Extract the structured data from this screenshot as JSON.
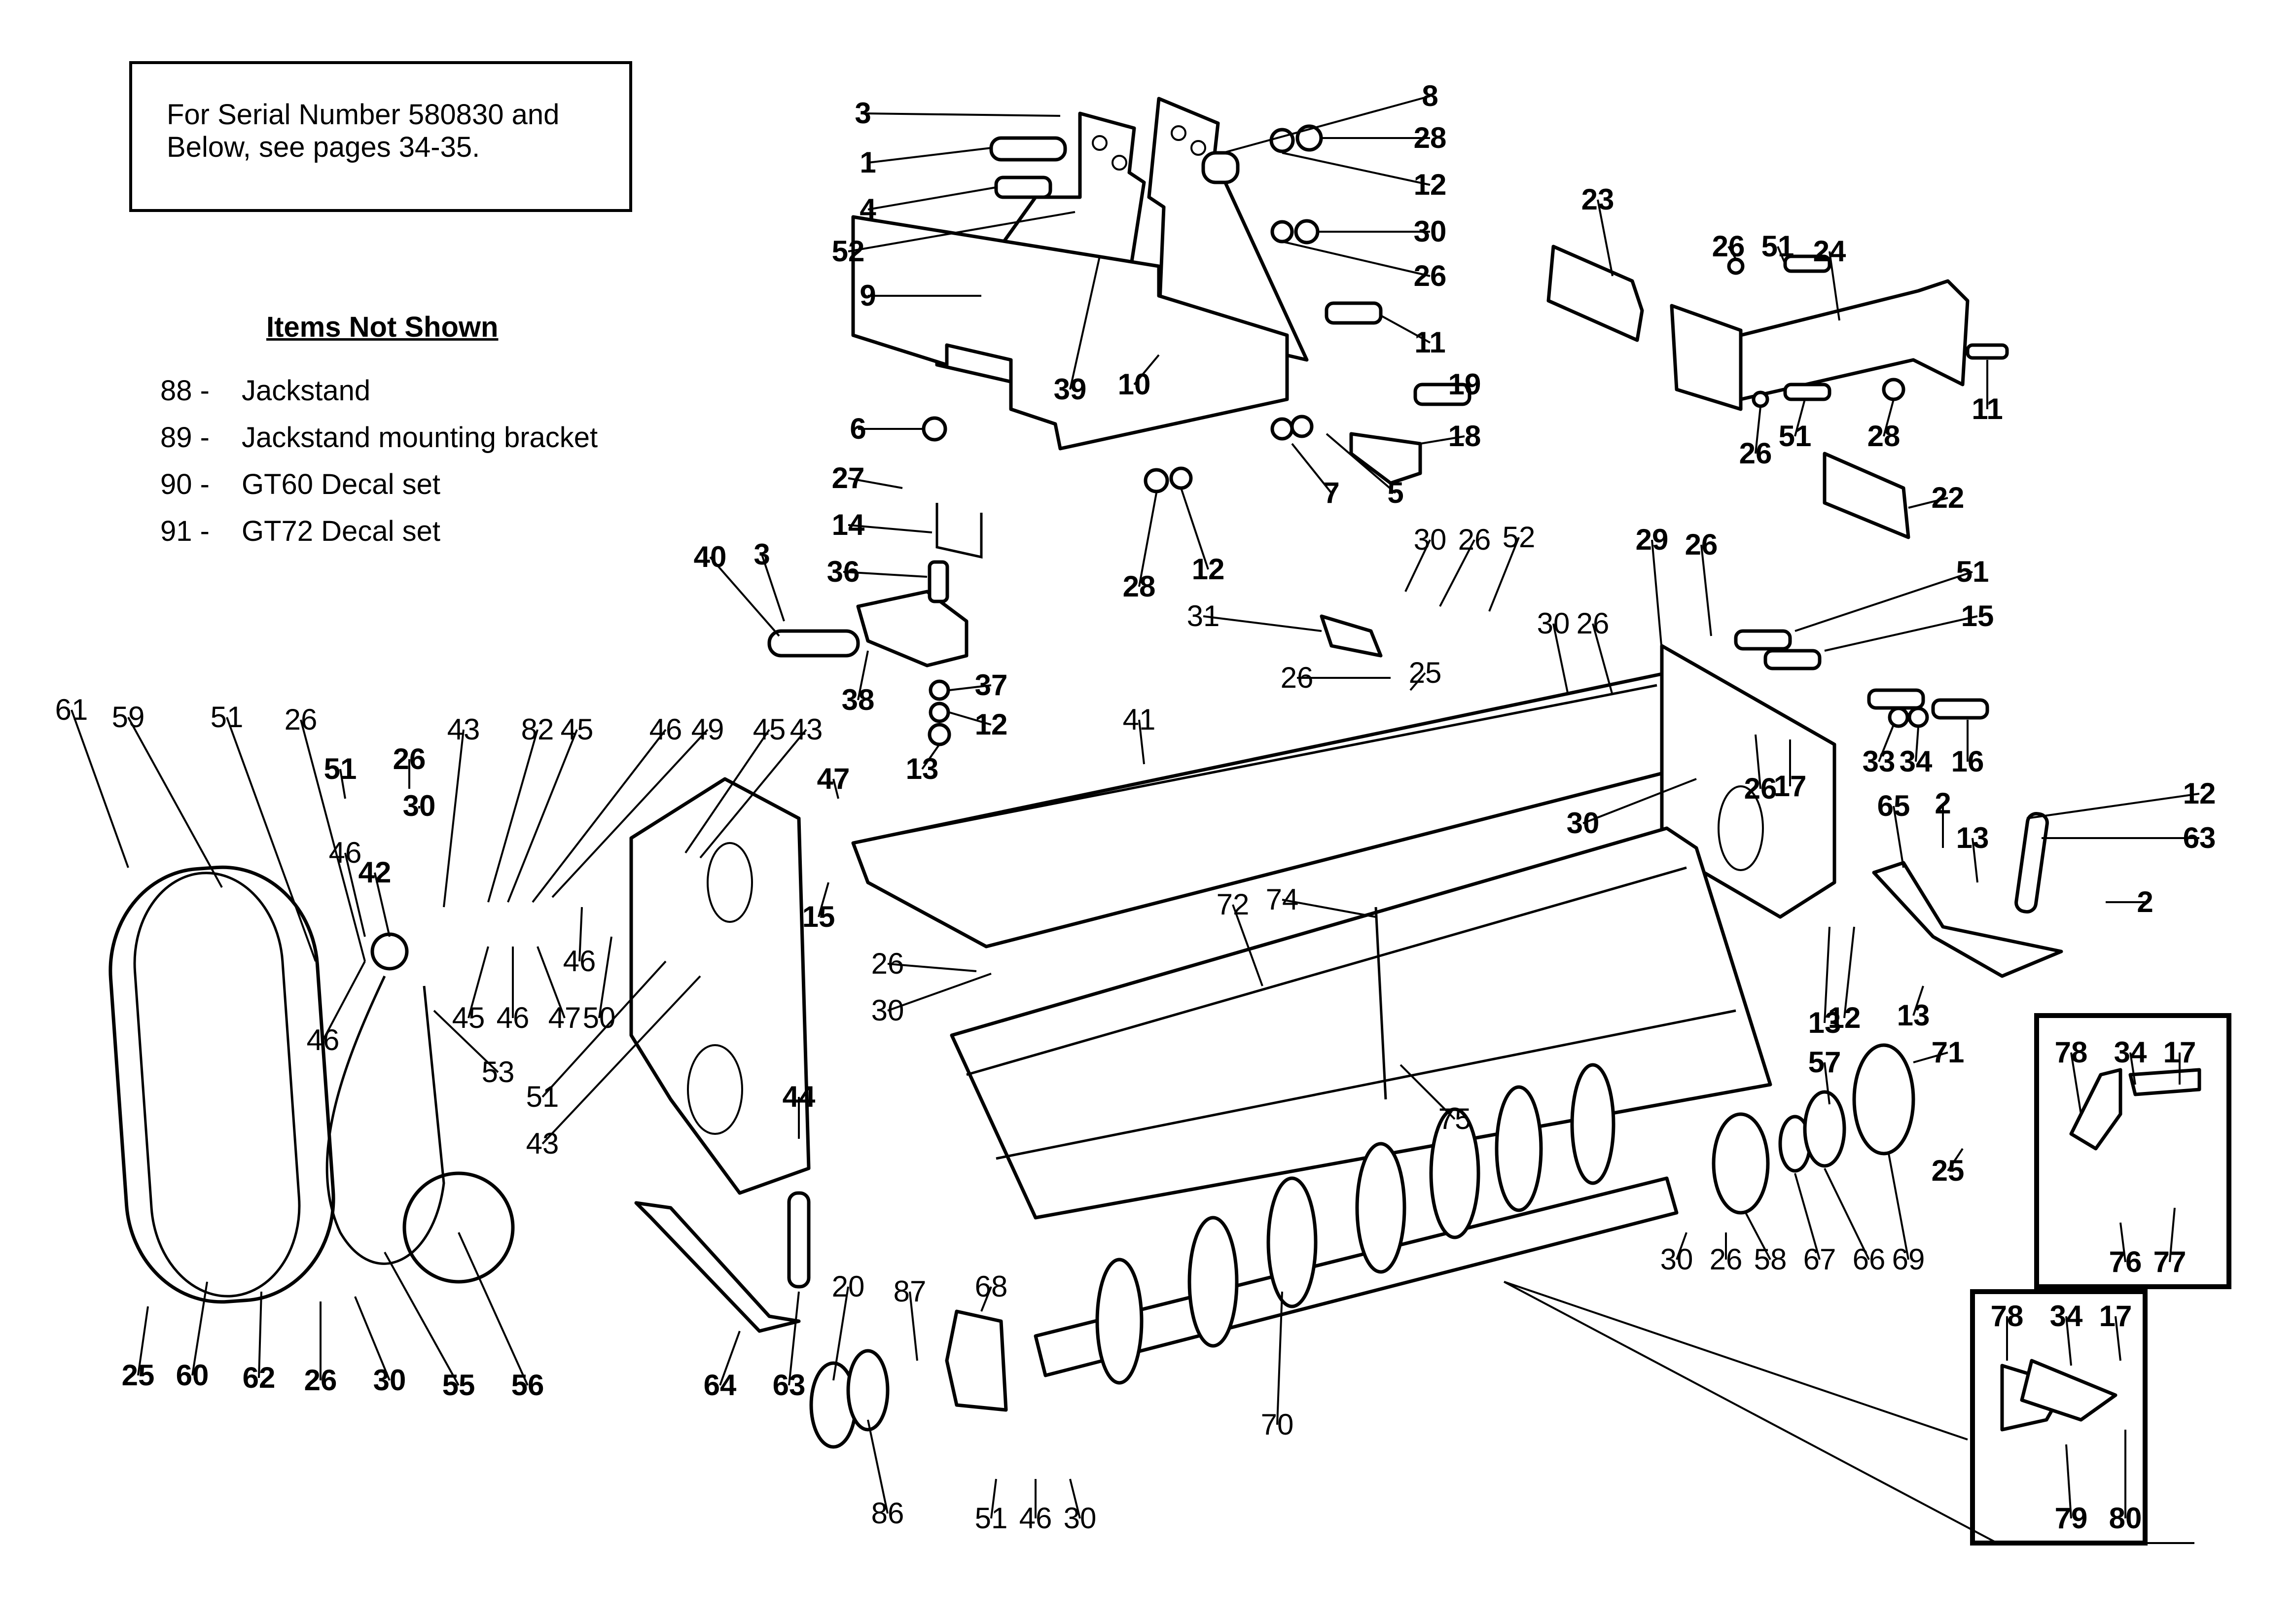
{
  "note": {
    "line1": "For Serial Number 580830 and",
    "line2": "Below, see pages 34-35."
  },
  "items_not_shown": {
    "title": "Items Not Shown",
    "items": [
      {
        "num": "88 -",
        "desc": "Jackstand"
      },
      {
        "num": "89 -",
        "desc": "Jackstand mounting bracket"
      },
      {
        "num": "90 -",
        "desc": "GT60 Decal set"
      },
      {
        "num": "91 -",
        "desc": "GT72 Decal set"
      }
    ]
  },
  "callouts": [
    {
      "id": "c3a",
      "text": "3"
    },
    {
      "id": "c1",
      "text": "1"
    },
    {
      "id": "c4",
      "text": "4"
    },
    {
      "id": "c52a",
      "text": "52"
    },
    {
      "id": "c9",
      "text": "9"
    },
    {
      "id": "c39",
      "text": "39"
    },
    {
      "id": "c10",
      "text": "10"
    },
    {
      "id": "c8",
      "text": "8"
    },
    {
      "id": "c28a",
      "text": "28"
    },
    {
      "id": "c12a",
      "text": "12"
    },
    {
      "id": "c30a",
      "text": "30"
    },
    {
      "id": "c26a",
      "text": "26"
    },
    {
      "id": "c11a",
      "text": "11"
    },
    {
      "id": "c19",
      "text": "19"
    },
    {
      "id": "c18",
      "text": "18"
    },
    {
      "id": "c7",
      "text": "7"
    },
    {
      "id": "c5",
      "text": "5"
    },
    {
      "id": "c6",
      "text": "6"
    },
    {
      "id": "c27",
      "text": "27"
    },
    {
      "id": "c14",
      "text": "14"
    },
    {
      "id": "c36",
      "text": "36"
    },
    {
      "id": "c28b",
      "text": "28"
    },
    {
      "id": "c12b",
      "text": "12"
    },
    {
      "id": "c23",
      "text": "23"
    },
    {
      "id": "c26b",
      "text": "26"
    },
    {
      "id": "c51a",
      "text": "51"
    },
    {
      "id": "c24",
      "text": "24"
    },
    {
      "id": "c11b",
      "text": "11"
    },
    {
      "id": "c26c",
      "text": "26"
    },
    {
      "id": "c51b",
      "text": "51"
    },
    {
      "id": "c28c",
      "text": "28"
    },
    {
      "id": "c22",
      "text": "22"
    },
    {
      "id": "c40",
      "text": "40"
    },
    {
      "id": "c3b",
      "text": "3"
    },
    {
      "id": "c38",
      "text": "38"
    },
    {
      "id": "c37",
      "text": "37"
    },
    {
      "id": "c12c",
      "text": "12"
    },
    {
      "id": "c13a",
      "text": "13"
    },
    {
      "id": "c30b",
      "text": "30"
    },
    {
      "id": "c26d",
      "text": "26"
    },
    {
      "id": "c52b",
      "text": "52"
    },
    {
      "id": "c31",
      "text": "31"
    },
    {
      "id": "c26e",
      "text": "26"
    },
    {
      "id": "c25a",
      "text": "25"
    },
    {
      "id": "c30c",
      "text": "30"
    },
    {
      "id": "c26f",
      "text": "26"
    },
    {
      "id": "c29",
      "text": "29"
    },
    {
      "id": "c26g",
      "text": "26"
    },
    {
      "id": "c51c",
      "text": "51"
    },
    {
      "id": "c15a",
      "text": "15"
    },
    {
      "id": "c33",
      "text": "33"
    },
    {
      "id": "c34a",
      "text": "34"
    },
    {
      "id": "c16",
      "text": "16"
    },
    {
      "id": "c26h",
      "text": "26"
    },
    {
      "id": "c17a",
      "text": "17"
    },
    {
      "id": "c30d",
      "text": "30"
    },
    {
      "id": "c41",
      "text": "41"
    },
    {
      "id": "c47a",
      "text": "47"
    },
    {
      "id": "c15b",
      "text": "15"
    },
    {
      "id": "c65",
      "text": "65"
    },
    {
      "id": "c2a",
      "text": "2"
    },
    {
      "id": "c13b",
      "text": "13"
    },
    {
      "id": "c12d",
      "text": "12"
    },
    {
      "id": "c63a",
      "text": "63"
    },
    {
      "id": "c2b",
      "text": "2"
    },
    {
      "id": "c13c",
      "text": "13"
    },
    {
      "id": "c12e",
      "text": "12"
    },
    {
      "id": "c13d",
      "text": "13"
    },
    {
      "id": "c72",
      "text": "72"
    },
    {
      "id": "c74",
      "text": "74"
    },
    {
      "id": "c75",
      "text": "75"
    },
    {
      "id": "c26i",
      "text": "26"
    },
    {
      "id": "c30e",
      "text": "30"
    },
    {
      "id": "c61",
      "text": "61"
    },
    {
      "id": "c59",
      "text": "59"
    },
    {
      "id": "c51d",
      "text": "51"
    },
    {
      "id": "c26j",
      "text": "26"
    },
    {
      "id": "c51e",
      "text": "51"
    },
    {
      "id": "c26k",
      "text": "26"
    },
    {
      "id": "c30f",
      "text": "30"
    },
    {
      "id": "c43a",
      "text": "43"
    },
    {
      "id": "c82",
      "text": "82"
    },
    {
      "id": "c45a",
      "text": "45"
    },
    {
      "id": "c46a",
      "text": "46"
    },
    {
      "id": "c49",
      "text": "49"
    },
    {
      "id": "c45b",
      "text": "45"
    },
    {
      "id": "c43b",
      "text": "43"
    },
    {
      "id": "c46b",
      "text": "46"
    },
    {
      "id": "c42",
      "text": "42"
    },
    {
      "id": "c45c",
      "text": "45"
    },
    {
      "id": "c46c",
      "text": "46"
    },
    {
      "id": "c47b",
      "text": "47"
    },
    {
      "id": "c46d",
      "text": "46"
    },
    {
      "id": "c50",
      "text": "50"
    },
    {
      "id": "c46e",
      "text": "46"
    },
    {
      "id": "c53",
      "text": "53"
    },
    {
      "id": "c51f",
      "text": "51"
    },
    {
      "id": "c43c",
      "text": "43"
    },
    {
      "id": "c44",
      "text": "44"
    },
    {
      "id": "c25b",
      "text": "25"
    },
    {
      "id": "c60",
      "text": "60"
    },
    {
      "id": "c62",
      "text": "62"
    },
    {
      "id": "c26l",
      "text": "26"
    },
    {
      "id": "c30g",
      "text": "30"
    },
    {
      "id": "c55",
      "text": "55"
    },
    {
      "id": "c56",
      "text": "56"
    },
    {
      "id": "c64",
      "text": "64"
    },
    {
      "id": "c63b",
      "text": "63"
    },
    {
      "id": "c20",
      "text": "20"
    },
    {
      "id": "c87",
      "text": "87"
    },
    {
      "id": "c68",
      "text": "68"
    },
    {
      "id": "c86",
      "text": "86"
    },
    {
      "id": "c51g",
      "text": "51"
    },
    {
      "id": "c46f",
      "text": "46"
    },
    {
      "id": "c30h",
      "text": "30"
    },
    {
      "id": "c70",
      "text": "70"
    },
    {
      "id": "c57",
      "text": "57"
    },
    {
      "id": "c71",
      "text": "71"
    },
    {
      "id": "c25c",
      "text": "25"
    },
    {
      "id": "c30i",
      "text": "30"
    },
    {
      "id": "c26m",
      "text": "26"
    },
    {
      "id": "c58",
      "text": "58"
    },
    {
      "id": "c67",
      "text": "67"
    },
    {
      "id": "c66",
      "text": "66"
    },
    {
      "id": "c69",
      "text": "69"
    },
    {
      "id": "c78a",
      "text": "78"
    },
    {
      "id": "c34b",
      "text": "34"
    },
    {
      "id": "c17b",
      "text": "17"
    },
    {
      "id": "c76",
      "text": "76"
    },
    {
      "id": "c77",
      "text": "77"
    },
    {
      "id": "c78b",
      "text": "78"
    },
    {
      "id": "c34c",
      "text": "34"
    },
    {
      "id": "c17c",
      "text": "17"
    },
    {
      "id": "c79",
      "text": "79"
    },
    {
      "id": "c80",
      "text": "80"
    }
  ]
}
